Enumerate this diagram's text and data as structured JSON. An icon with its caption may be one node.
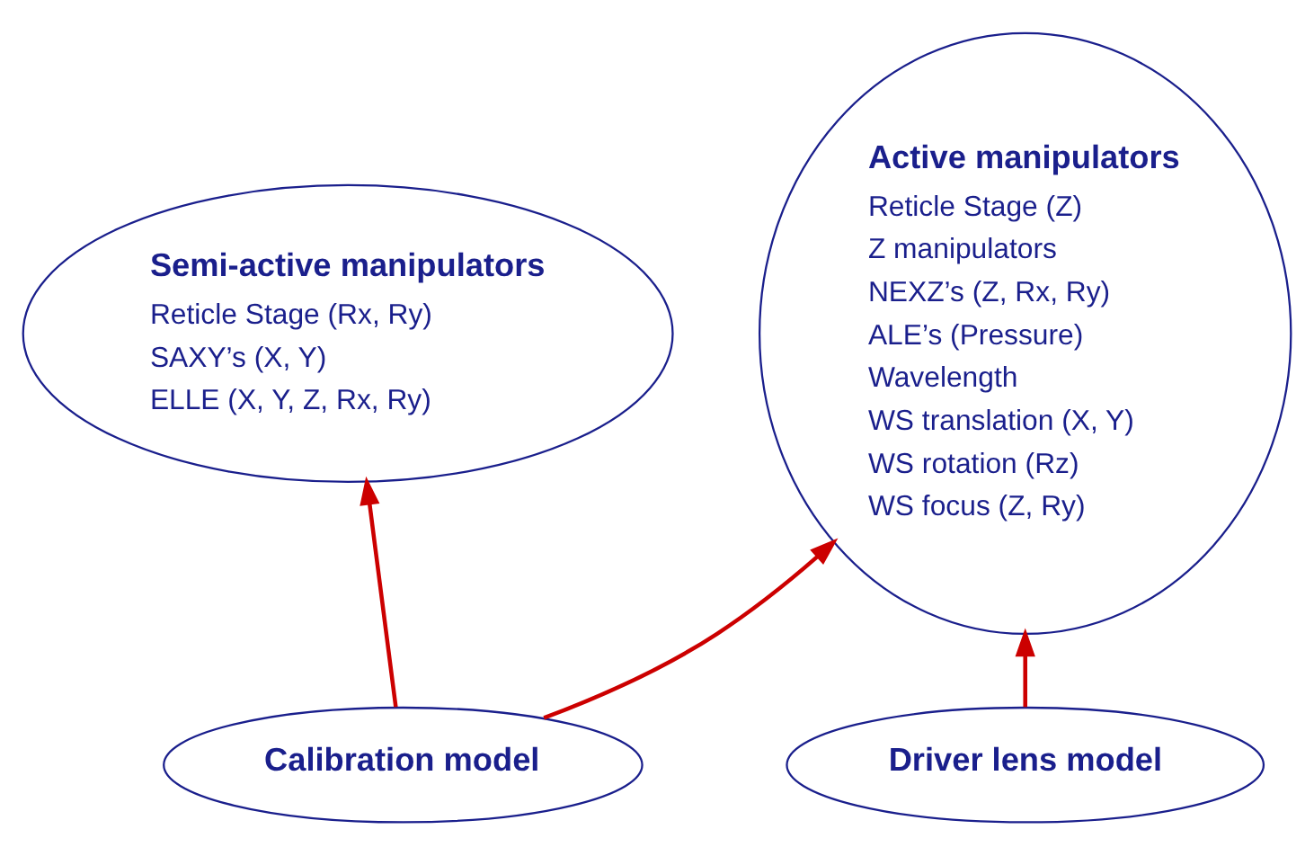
{
  "diagram": {
    "nodes": [
      {
        "text": [
          "Semi-active manipulators",
          "Reticle Stage (Rx, Ry)",
          "SAXY’s (X, Y)",
          "ELLE (X, Y, Z, Rx, Ry)"
        ]
      },
      {
        "text": [
          "Active manipulators",
          "Reticle Stage (Z)",
          "Z manipulators",
          "NEXZ’s (Z, Rx, Ry)",
          "ALE’s (Pressure)",
          "Wavelength",
          "WS translation (X, Y)",
          "WS rotation (Rz)",
          "WS focus (Z, Ry)"
        ]
      },
      {
        "text": [
          "Calibration model"
        ]
      },
      {
        "text": [
          "Driver lens model"
        ]
      }
    ],
    "edges": [
      {
        "from": 2,
        "to": 0,
        "arrow": "to"
      },
      {
        "from": 2,
        "to": 1,
        "arrow": "to"
      },
      {
        "from": 3,
        "to": 1,
        "arrow": "to"
      }
    ]
  }
}
